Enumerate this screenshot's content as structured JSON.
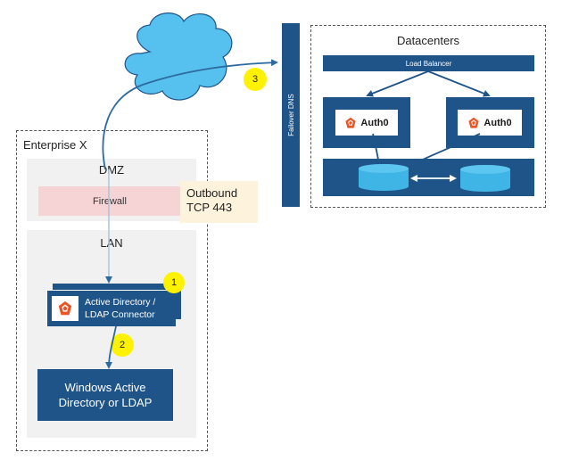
{
  "enterprise": {
    "title": "Enterprise X",
    "dmz_label": "DMZ",
    "firewall_label": "Firewall",
    "outbound_line1": "Outbound",
    "outbound_line2": "TCP 443",
    "lan_label": "LAN",
    "connector_line1": "Active Directory /",
    "connector_line2": "LDAP Connector",
    "windows_line1": "Windows Active",
    "windows_line2": "Directory or LDAP"
  },
  "badges": {
    "one": "1",
    "two": "2",
    "three": "3"
  },
  "failover_label": "Failover DNS",
  "datacenters": {
    "title": "Datacenters",
    "load_balancer": "Load Balancer",
    "auth0_left": "Auth0",
    "auth0_right": "Auth0"
  },
  "colors": {
    "navy": "#1f5489",
    "cloud": "#56c1ef",
    "cylinder": "#3fb5e5",
    "firewall": "#f6d4d6",
    "outbound": "#fdf3dc",
    "badge": "#fff200",
    "logo": "#eb5424"
  },
  "icons": [
    "cloud-icon",
    "auth0-logo-icon",
    "database-icon"
  ]
}
